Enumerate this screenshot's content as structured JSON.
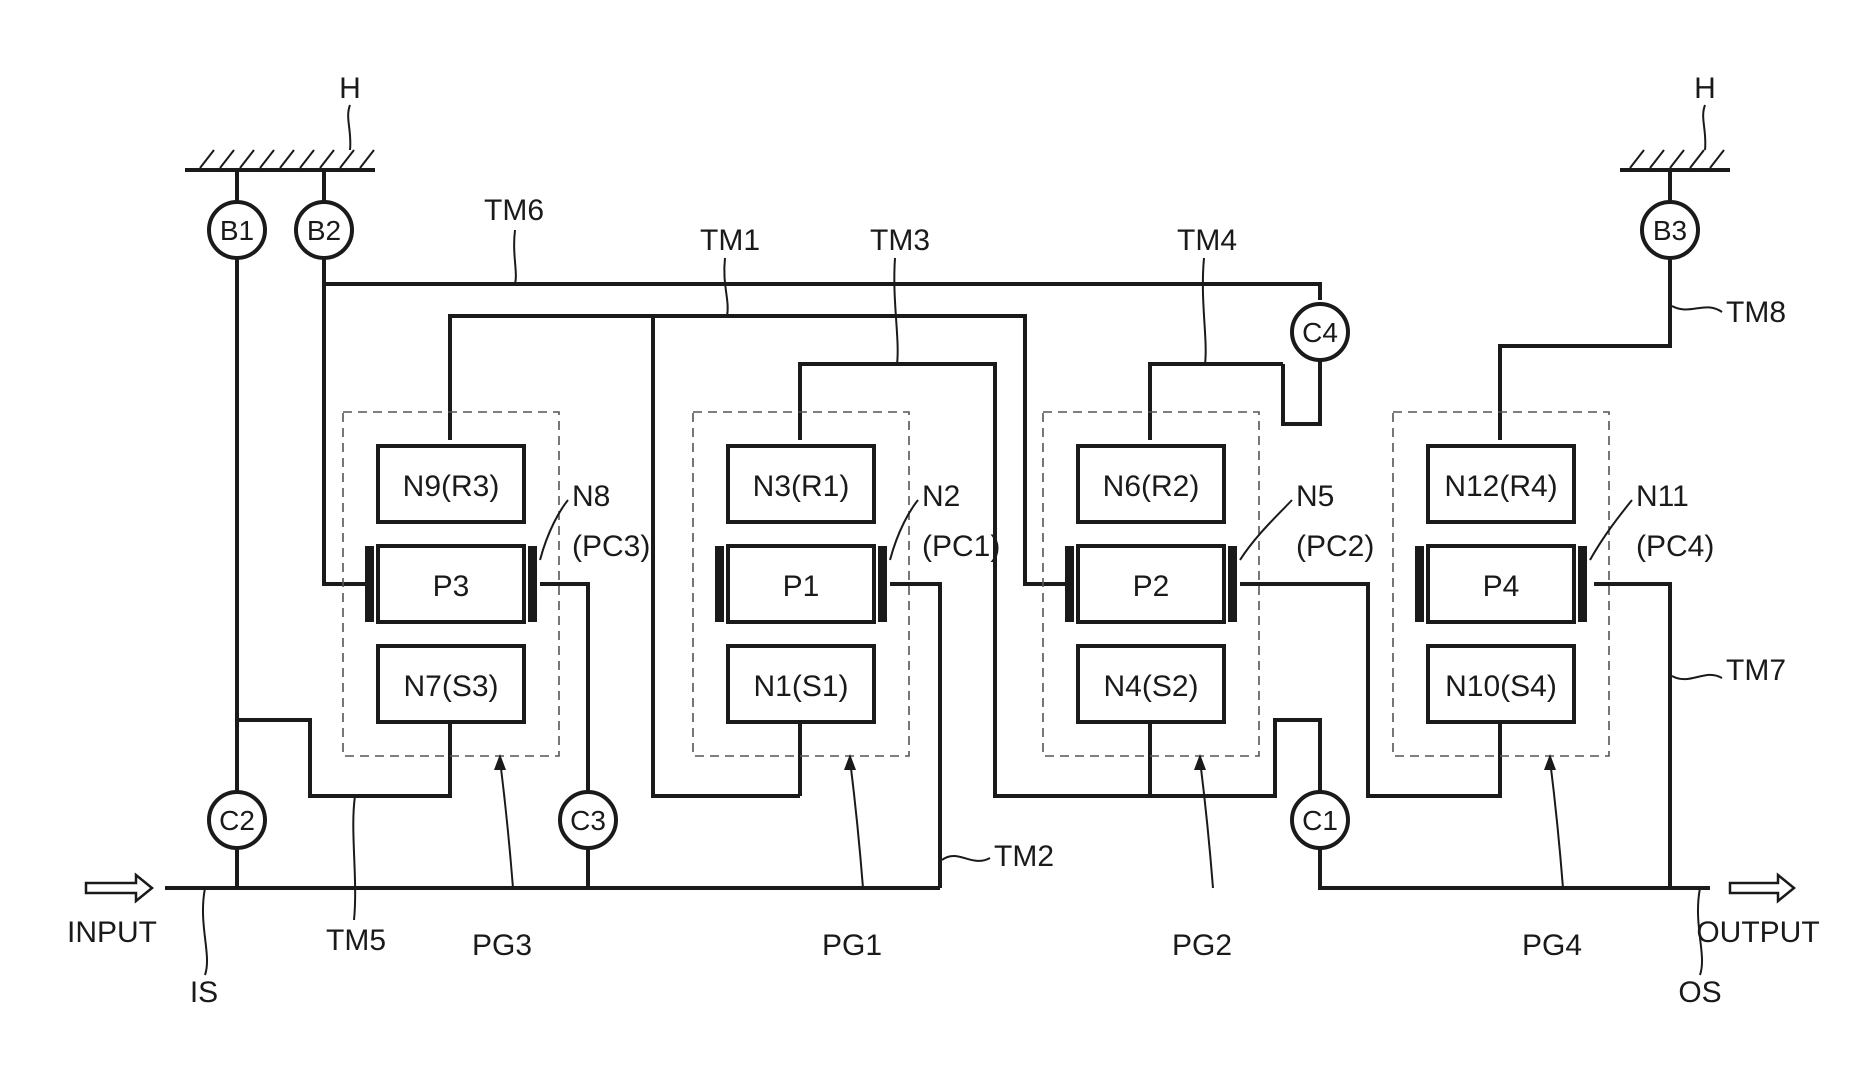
{
  "input": {
    "label": "INPUT",
    "shaft": "IS"
  },
  "output": {
    "label": "OUTPUT",
    "shaft": "OS"
  },
  "housings": [
    {
      "id": "h-left",
      "label": "H"
    },
    {
      "id": "h-right",
      "label": "H"
    }
  ],
  "brakes": [
    {
      "id": "b1",
      "label": "B1"
    },
    {
      "id": "b2",
      "label": "B2"
    },
    {
      "id": "b3",
      "label": "B3"
    }
  ],
  "clutches": [
    {
      "id": "c1",
      "label": "C1"
    },
    {
      "id": "c2",
      "label": "C2"
    },
    {
      "id": "c3",
      "label": "C3"
    },
    {
      "id": "c4",
      "label": "C4"
    }
  ],
  "planetary_sets": [
    {
      "id": "pg3",
      "label": "PG3",
      "ring": "N9(R3)",
      "planet": "P3",
      "sun": "N7(S3)",
      "carrier_node": "N8",
      "carrier_name": "(PC3)"
    },
    {
      "id": "pg1",
      "label": "PG1",
      "ring": "N3(R1)",
      "planet": "P1",
      "sun": "N1(S1)",
      "carrier_node": "N2",
      "carrier_name": "(PC1)"
    },
    {
      "id": "pg2",
      "label": "PG2",
      "ring": "N6(R2)",
      "planet": "P2",
      "sun": "N4(S2)",
      "carrier_node": "N5",
      "carrier_name": "(PC2)"
    },
    {
      "id": "pg4",
      "label": "PG4",
      "ring": "N12(R4)",
      "planet": "P4",
      "sun": "N10(S4)",
      "carrier_node": "N11",
      "carrier_name": "(PC4)"
    }
  ],
  "shafts": {
    "tm1": "TM1",
    "tm2": "TM2",
    "tm3": "TM3",
    "tm4": "TM4",
    "tm5": "TM5",
    "tm6": "TM6",
    "tm7": "TM7",
    "tm8": "TM8"
  }
}
